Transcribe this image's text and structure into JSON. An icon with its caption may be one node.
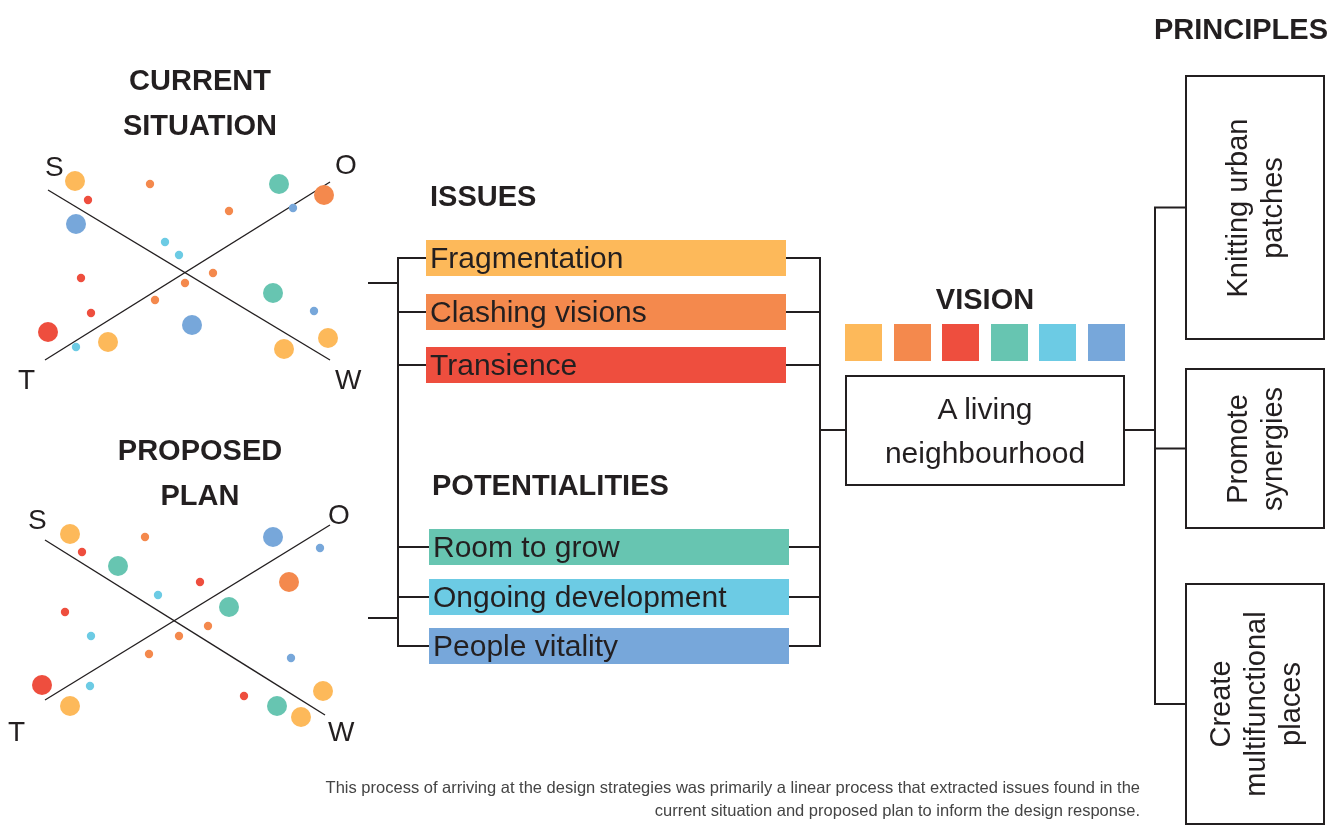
{
  "diagram": {
    "nodes": [
      {
        "text": [
          "CURRENT SITUATION",
          "S",
          "O",
          "T",
          "W"
        ]
      },
      {
        "text": [
          "PROPOSED PLAN",
          "S",
          "O",
          "T",
          "W"
        ]
      },
      {
        "text": [
          "Fragmentation"
        ]
      },
      {
        "text": [
          "Clashing visions"
        ]
      },
      {
        "text": [
          "Transience"
        ]
      },
      {
        "text": [
          "Room to grow"
        ]
      },
      {
        "text": [
          "Ongoing development"
        ]
      },
      {
        "text": [
          "People vitality"
        ]
      },
      {
        "text": [
          "A living neighbourhood"
        ]
      },
      {
        "text": [
          "Knitting urban patches"
        ]
      },
      {
        "text": [
          "Promote synergies"
        ]
      },
      {
        "text": [
          "Create multifunctional places"
        ]
      }
    ],
    "edges": [
      {
        "from": 0,
        "to": 2,
        "arrow": "none"
      },
      {
        "from": 0,
        "to": 3,
        "arrow": "none"
      },
      {
        "from": 0,
        "to": 4,
        "arrow": "none"
      },
      {
        "from": 0,
        "to": 5,
        "arrow": "none"
      },
      {
        "from": 0,
        "to": 6,
        "arrow": "none"
      },
      {
        "from": 0,
        "to": 7,
        "arrow": "none"
      },
      {
        "from": 1,
        "to": 2,
        "arrow": "none"
      },
      {
        "from": 1,
        "to": 3,
        "arrow": "none"
      },
      {
        "from": 1,
        "to": 4,
        "arrow": "none"
      },
      {
        "from": 1,
        "to": 5,
        "arrow": "none"
      },
      {
        "from": 1,
        "to": 6,
        "arrow": "none"
      },
      {
        "from": 1,
        "to": 7,
        "arrow": "none"
      },
      {
        "from": 2,
        "to": 8,
        "arrow": "none"
      },
      {
        "from": 3,
        "to": 8,
        "arrow": "none"
      },
      {
        "from": 4,
        "to": 8,
        "arrow": "none"
      },
      {
        "from": 5,
        "to": 8,
        "arrow": "none"
      },
      {
        "from": 6,
        "to": 8,
        "arrow": "none"
      },
      {
        "from": 7,
        "to": 8,
        "arrow": "none"
      },
      {
        "from": 8,
        "to": 9,
        "arrow": "none"
      },
      {
        "from": 8,
        "to": 10,
        "arrow": "none"
      },
      {
        "from": 8,
        "to": 11,
        "arrow": "none"
      }
    ],
    "labels": [
      "PRINCIPLES",
      "ISSUES",
      "VISION",
      "POTENTIALITIES"
    ],
    "caption": "This process of arriving at the design strategies was primarily a linear process that extracted issues found in the current situation and proposed plan to inform the design response."
  }
}
